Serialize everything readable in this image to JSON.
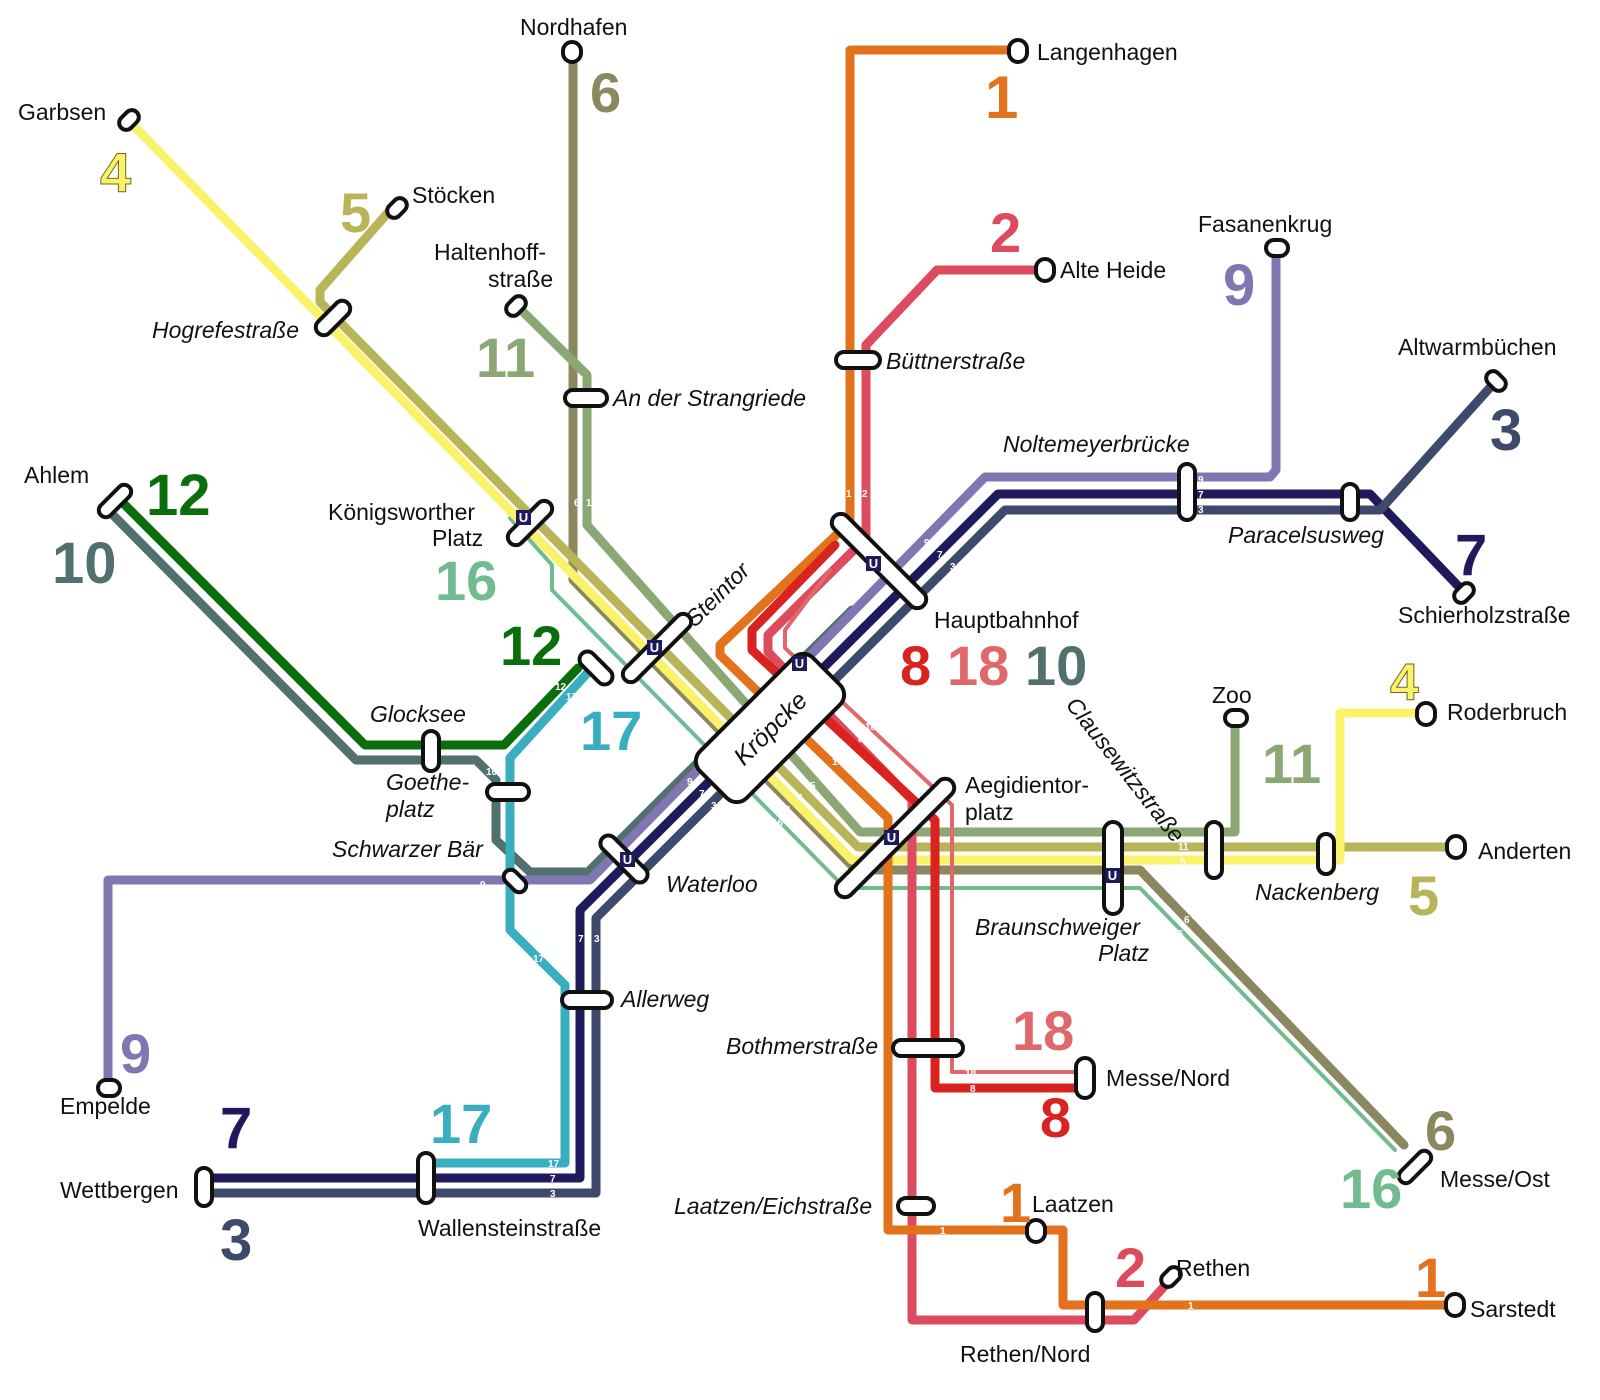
{
  "colors": {
    "l1": "#e2721b",
    "l2": "#dc4b5e",
    "l3": "#3d4a6b",
    "l4": "#f9f26a",
    "l5": "#b9b458",
    "l6": "#8b8760",
    "l7": "#1f1a5b",
    "l8": "#d8231f",
    "l9": "#8077b2",
    "l10": "#52706d",
    "l11": "#8ba774",
    "l12": "#0a6e0c",
    "l16": "#72bb91",
    "l17": "#39aec0",
    "l18": "#e0686b"
  },
  "stations": {
    "nordhafen": "Nordhafen",
    "langenhagen": "Langenhagen",
    "garbsen": "Garbsen",
    "stoecken": "Stöcken",
    "haltenhoff1": "Haltenhoff-",
    "haltenhoff2": "straße",
    "alte_heide": "Alte Heide",
    "fasanenkrug": "Fasanenkrug",
    "buettnerstrasse": "Büttnerstraße",
    "hogrefestrasse": "Hogrefestraße",
    "strangriede": "An der Strangriede",
    "altwarmbuechen": "Altwarmbüchen",
    "noltemeyer": "Noltemeyerbrücke",
    "paracelsusweg": "Paracelsusweg",
    "ahlem": "Ahlem",
    "koenigsworther1": "Königsworther",
    "koenigsworther2": "Platz",
    "steintor": "Steintor",
    "schierholz": "Schierholzstraße",
    "hauptbahnhof": "Hauptbahnhof",
    "kroepcke": "Kröpcke",
    "glocksee": "Glocksee",
    "zoo": "Zoo",
    "roderbruch": "Roderbruch",
    "clausewitz": "Clausewitzstraße",
    "aegidientor1": "Aegidientor-",
    "aegidientor2": "platz",
    "goethe1": "Goethe-",
    "goethe2": "platz",
    "schwarzer_baer": "Schwarzer Bär",
    "waterloo": "Waterloo",
    "anderten": "Anderten",
    "nackenberg": "Nackenberg",
    "braunschweiger1": "Braunschweiger",
    "braunschweiger2": "Platz",
    "allerweg": "Allerweg",
    "empelde": "Empelde",
    "bothmerstrasse": "Bothmerstraße",
    "messe_nord": "Messe/Nord",
    "wettbergen": "Wettbergen",
    "wallenstein": "Wallensteinstraße",
    "messe_ost": "Messe/Ost",
    "laatzen_eich": "Laatzen/Eichstraße",
    "laatzen": "Laatzen",
    "rethen": "Rethen",
    "rethen_nord": "Rethen/Nord",
    "sarstedt": "Sarstedt"
  },
  "line_numbers": {
    "n1": "1",
    "n2": "2",
    "n3": "3",
    "n4": "4",
    "n5": "5",
    "n6": "6",
    "n7": "7",
    "n8": "8",
    "n9": "9",
    "n10": "10",
    "n11": "11",
    "n12": "12",
    "n16": "16",
    "n17": "17",
    "n18": "18"
  },
  "u_badge": "U"
}
